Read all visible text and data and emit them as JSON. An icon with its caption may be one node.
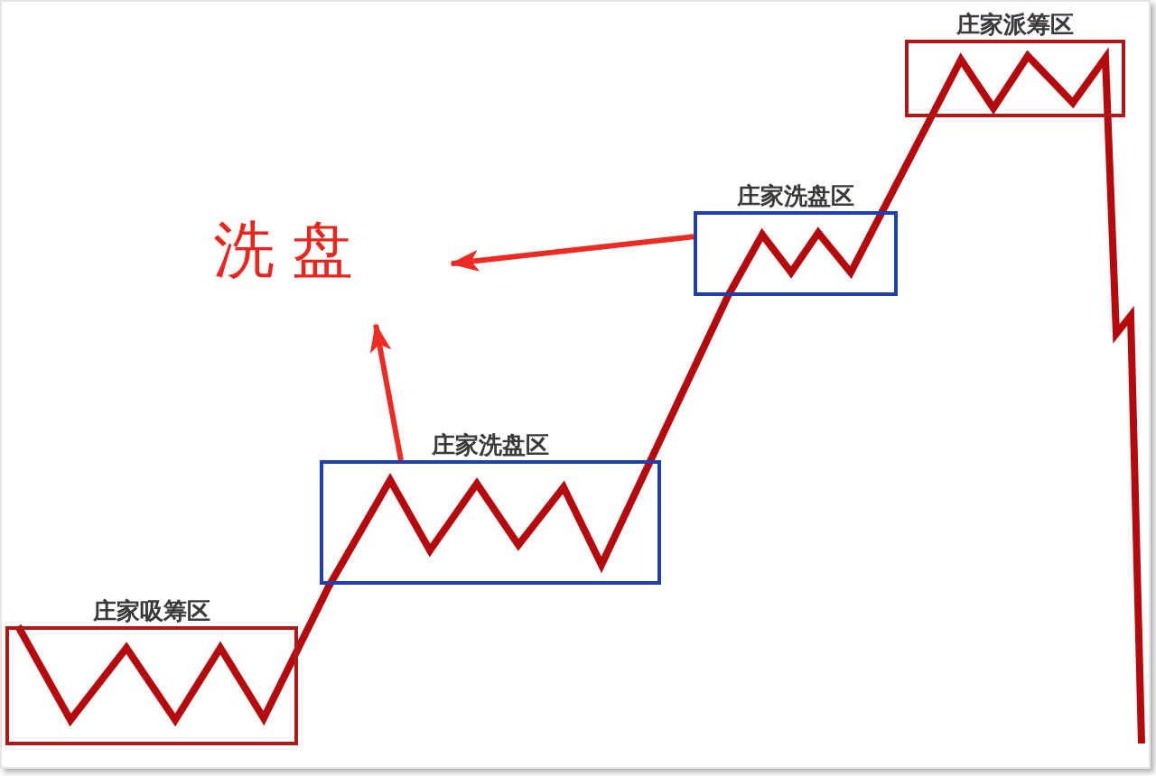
{
  "diagram": {
    "nodes": [
      {
        "text": [
          "庄家吸筹区"
        ]
      },
      {
        "text": [
          "庄家洗盘区"
        ]
      },
      {
        "text": [
          "庄家洗盘区"
        ]
      },
      {
        "text": [
          "庄家派筹区"
        ]
      },
      {
        "text": [
          "洗 盘"
        ]
      }
    ],
    "edges": [
      {
        "from": 1,
        "to": 4,
        "arrow": "to"
      },
      {
        "from": 2,
        "to": 4,
        "arrow": "to"
      }
    ]
  }
}
